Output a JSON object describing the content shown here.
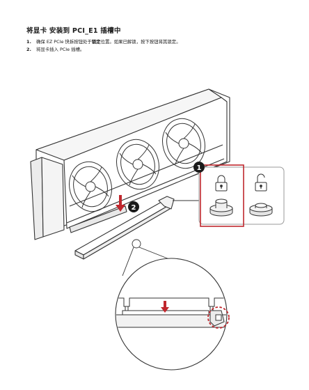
{
  "title": "将显卡 安装到 PCI_E1 插槽中",
  "steps": [
    {
      "number": "1.",
      "text_before": "确保 EZ PCIe 快拆按钮处于",
      "text_bold": "锁定",
      "text_after": "位置。如果已解锁，按下按钮将其锁定。"
    },
    {
      "number": "2.",
      "text_before": "将显卡插入 PCIe 插槽。",
      "text_bold": "",
      "text_after": ""
    }
  ],
  "markers": {
    "one": "1",
    "two": "2"
  },
  "icons": [
    "locked-padlock-icon",
    "unlocked-padlock-icon",
    "down-arrow-icon"
  ],
  "colors": {
    "highlight_red": "#c0272d",
    "line": "#333333",
    "bg": "#ffffff"
  }
}
